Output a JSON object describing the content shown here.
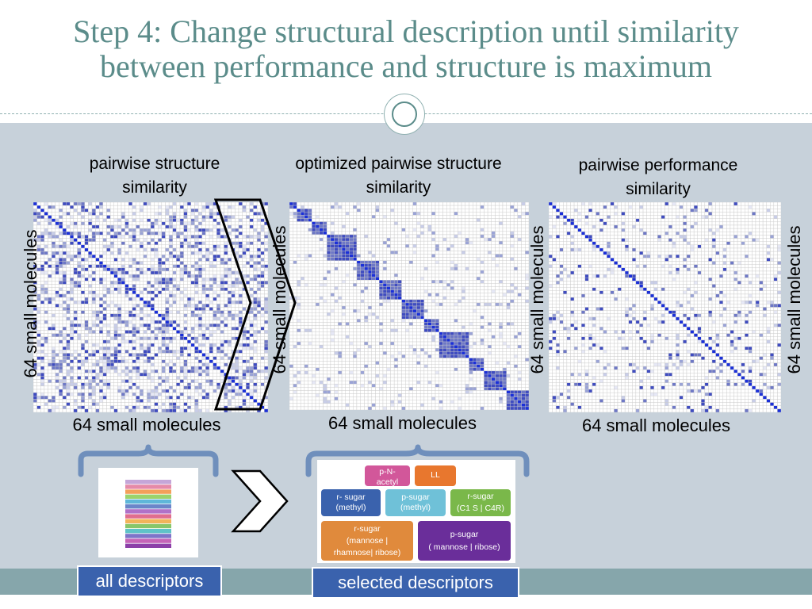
{
  "title": {
    "line1": "Step 4: Change structural description until similarity",
    "line2": "between performance and structure is maximum"
  },
  "panels": [
    {
      "caption1": "pairwise structure",
      "caption2": "similarity",
      "ylabel": "64 small molecules",
      "xlabel": "64 small molecules"
    },
    {
      "caption1": "optimized pairwise structure",
      "caption2": "similarity",
      "ylabel": "64 small molecules",
      "xlabel": "64 small molecules"
    },
    {
      "caption1": "pairwise performance",
      "caption2": "similarity",
      "ylabel": "64 small molecules",
      "right_label": "64 small molecules",
      "xlabel": "64 small molecules"
    }
  ],
  "descriptors": [
    {
      "line1": "p-N-",
      "line2": "acetyl",
      "color": "#d2579a"
    },
    {
      "line1": "LL",
      "line2": "",
      "color": "#e8772e"
    },
    {
      "line1": "r- sugar",
      "line2": "(methyl)",
      "color": "#3a62ad"
    },
    {
      "line1": "p-sugar",
      "line2": "(methyl)",
      "color": "#6fc1d8"
    },
    {
      "line1": "r-sugar",
      "line2": "(C1 S  |  C4R)",
      "color": "#7ab84a"
    },
    {
      "line1": "r-sugar",
      "line2": "(mannose  |",
      "line3": "rhamnose|  ribose)",
      "color": "#e08a3c"
    },
    {
      "line1": "p-sugar",
      "line2": "( mannose  |  ribose)",
      "color": "#6a2e9a"
    }
  ],
  "tags": {
    "all": "all descriptors",
    "selected": "selected descriptors"
  },
  "colors": {
    "title": "#5b8c8a",
    "background": "#c7d1da",
    "band": "#86a6ab",
    "matrix_blue": "#1a2fd8",
    "brace": "#6f8fbc"
  }
}
